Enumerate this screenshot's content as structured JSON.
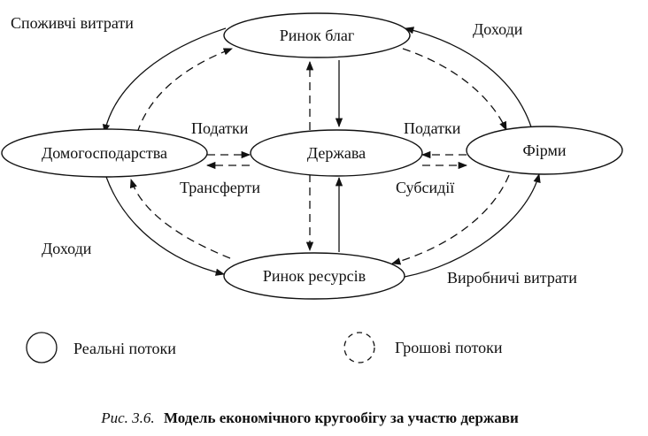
{
  "nodes": {
    "goods_market": "Ринок благ",
    "households": "Домогосподарства",
    "government": "Держава",
    "firms": "Фірми",
    "resource_market": "Ринок ресурсів"
  },
  "flow_labels": {
    "consumer_spending": "Споживчі витрати",
    "income_top": "Доходи",
    "taxes_left": "Податки",
    "taxes_right": "Податки",
    "transfers": "Трансферти",
    "subsidies": "Субсидії",
    "income_bottom": "Доходи",
    "production_costs": "Виробничі витрати"
  },
  "legend": {
    "real_flows": "Реальні потоки",
    "money_flows": "Грошові потоки"
  },
  "caption": {
    "prefix": "Рис. 3.6.",
    "title": "Модель економічного кругообігу за участю держави"
  }
}
